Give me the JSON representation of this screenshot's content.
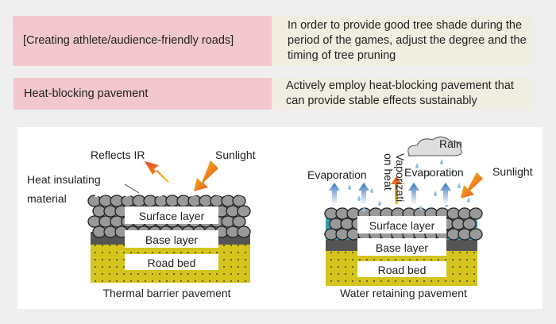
{
  "rows": [
    {
      "label": "[Creating athlete/audience-friendly roads]",
      "description": "In order to provide good tree shade during the period of the games, adjust the degree and the timing of tree pruning"
    },
    {
      "label": "Heat-blocking pavement",
      "description": "Actively employ heat-blocking pavement that can provide stable effects sustainably"
    }
  ],
  "left_diagram": {
    "caption": "Thermal barrier pavement",
    "reflects": "Reflects IR",
    "sunlight": "Sunlight",
    "insulating_1": "Heat insulating",
    "insulating_2": "material",
    "surface": "Surface layer",
    "base": "Base layer",
    "bed": "Road bed"
  },
  "right_diagram": {
    "caption": "Water retaining pavement",
    "rain": "Rain",
    "sunlight": "Sunlight",
    "evap_left": "Evaporation",
    "evap_right": "Evaporation",
    "vapor_1": "Vaporizati",
    "vapor_2": "on heat",
    "surface": "Surface layer",
    "base": "Base layer",
    "bed": "Road bed"
  },
  "colors": {
    "pink": "#f2c7cd",
    "beige": "#f0ede1",
    "roadbed": "#d4c41c",
    "base": "#555555",
    "water": "#3a9cb8"
  }
}
